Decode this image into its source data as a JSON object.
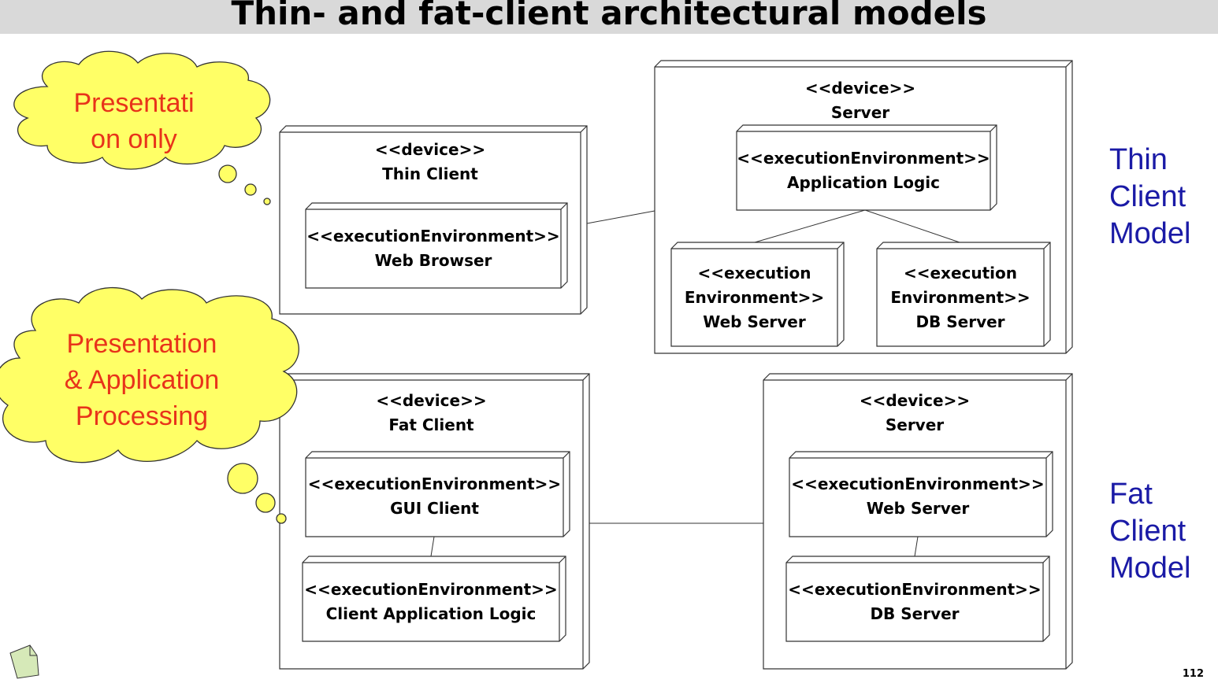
{
  "title": "Thin- and fat-client architectural models",
  "clouds": {
    "thin": "Presentati\non only",
    "fat": "Presentation\n& Application\nProcessing"
  },
  "thin_model": {
    "label": "Thin\nClient\nModel",
    "client": {
      "device": "<<device>>\nThin Client",
      "env": "<<executionEnvironment>>\nWeb Browser"
    },
    "server": {
      "device": "<<device>>\nServer",
      "app_logic": "<<executionEnvironment>>\nApplication Logic",
      "web_server": "<<execution\nEnvironment>>\nWeb Server",
      "db_server": "<<execution\nEnvironment>>\nDB Server"
    }
  },
  "fat_model": {
    "label": "Fat\nClient\nModel",
    "client": {
      "device": "<<device>>\nFat Client",
      "gui": "<<executionEnvironment>>\nGUI Client",
      "app_logic": "<<executionEnvironment>>\nClient Application Logic"
    },
    "server": {
      "device": "<<device>>\nServer",
      "web_server": "<<executionEnvironment>>\nWeb Server",
      "db_server": "<<executionEnvironment>>\nDB Server"
    }
  },
  "page_number": "112",
  "note_icon": "note-icon",
  "colors": {
    "cloud_fill": "#ffff66",
    "cloud_text": "#e8331a",
    "side_label": "#1a1aa6",
    "title_bar": "#d9d9d9"
  }
}
